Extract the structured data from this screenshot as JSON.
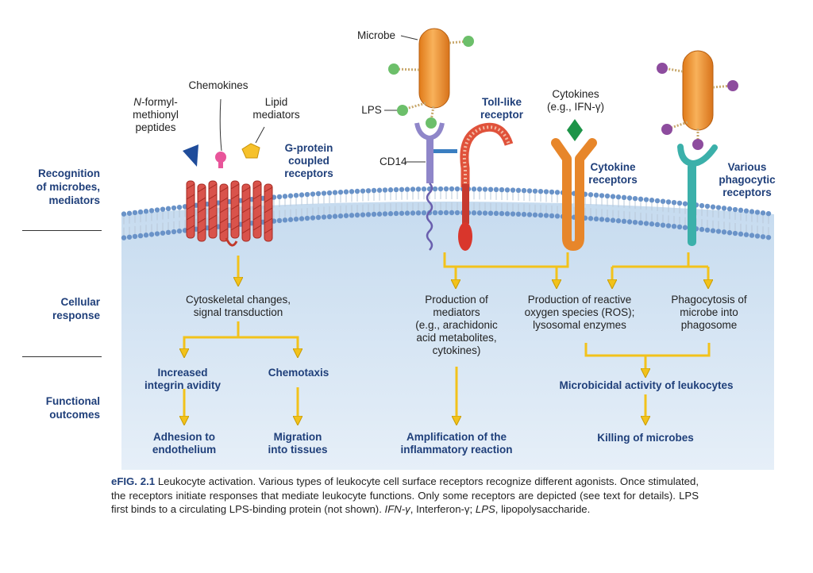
{
  "side_labels": {
    "recognition": [
      "Recognition",
      "of microbes,",
      "mediators"
    ],
    "cellular": [
      "Cellular",
      "response"
    ],
    "functional": [
      "Functional",
      "outcomes"
    ]
  },
  "ligands": {
    "n_formyl": [
      "N-formyl-",
      "methionyl",
      "peptides"
    ],
    "n_formyl_italic_prefix": "N",
    "chemokines": "Chemokines",
    "lipid": [
      "Lipid",
      "mediators"
    ],
    "microbe": "Microbe",
    "lps": "LPS",
    "cd14": "CD14",
    "cytokines": [
      "Cytokines",
      "(e.g., IFN-γ)"
    ]
  },
  "receptors": {
    "gpcr": [
      "G-protein",
      "coupled",
      "receptors"
    ],
    "tlr": [
      "Toll-like",
      "receptor"
    ],
    "cytokine": [
      "Cytokine",
      "receptors"
    ],
    "phagocytic": [
      "Various",
      "phagocytic",
      "receptors"
    ]
  },
  "responses": {
    "cytoskeletal": [
      "Cytoskeletal changes,",
      "signal transduction"
    ],
    "mediators": [
      "Production of",
      "mediators",
      "(e.g., arachidonic",
      "acid metabolites,",
      "cytokines)"
    ],
    "ros": [
      "Production of reactive",
      "oxygen species (ROS);",
      "lysosomal enzymes"
    ],
    "phagocytosis": [
      "Phagocytosis of",
      "microbe into",
      "phagosome"
    ]
  },
  "outcomes": {
    "integrin": [
      "Increased",
      "integrin avidity"
    ],
    "chemotaxis": "Chemotaxis",
    "microbicidal": "Microbicidal activity of leukocytes",
    "adhesion": [
      "Adhesion to",
      "endothelium"
    ],
    "migration": [
      "Migration",
      "into tissues"
    ],
    "amplification": [
      "Amplification of the",
      "inflammatory reaction"
    ],
    "killing": "Killing of microbes"
  },
  "caption": {
    "figure_label": "eFIG. 2.1",
    "text_1": " Leukocyte activation. Various types of leukocyte cell surface receptors recognize different agonists. Once stimulated, the receptors initiate responses that mediate leukocyte functions. Only some receptors are depicted (see text for details). LPS first binds to a circulating LPS-binding protein (not shown). ",
    "ifn_abbrev": "IFN-γ",
    "ifn_def": ", Interferon-γ; ",
    "lps_abbrev": "LPS",
    "lps_def": ", lipopolysaccharide."
  },
  "colors": {
    "cytoplasm": "#dce9f6",
    "membrane_head": "#6a93c8",
    "gpcr": "#d9534b",
    "microbe": "#f0922b",
    "lps_bead": "#6cbf6a",
    "arrow": "#f2c21b",
    "label_blue": "#1f3f7a",
    "phagocytic_receptor": "#3bb0aa",
    "microbe_ligand": "#8d4c9e"
  }
}
